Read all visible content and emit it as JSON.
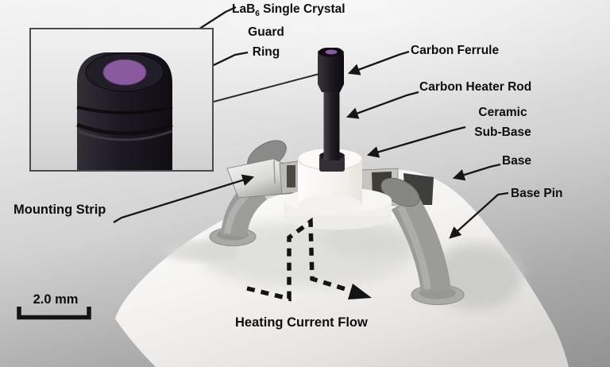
{
  "labels": {
    "lab6_prefix": "LaB",
    "lab6_sub": "6",
    "lab6_suffix": " Single Crystal",
    "guard_line1": "Guard",
    "guard_line2": "Ring",
    "carbon_ferrule": "Carbon Ferrule",
    "carbon_heater_rod": "Carbon Heater Rod",
    "ceramic_line1": "Ceramic",
    "ceramic_line2": "Sub-Base",
    "base": "Base",
    "base_pin": "Base Pin",
    "mounting_strip": "Mounting Strip",
    "heating_current_flow": "Heating Current Flow"
  },
  "scale_bar": {
    "label": "2.0 mm"
  },
  "colors": {
    "crystal_purple": "#8a5a9e",
    "tip_black": "#1d1a20",
    "pin_gray": "#9b9b99",
    "ceramic_white": "#f5f3ef",
    "base_white": "#f8f7f5",
    "arrow_black": "#161616",
    "background_top": "#f4f4f4",
    "background_bottom": "#929292"
  }
}
